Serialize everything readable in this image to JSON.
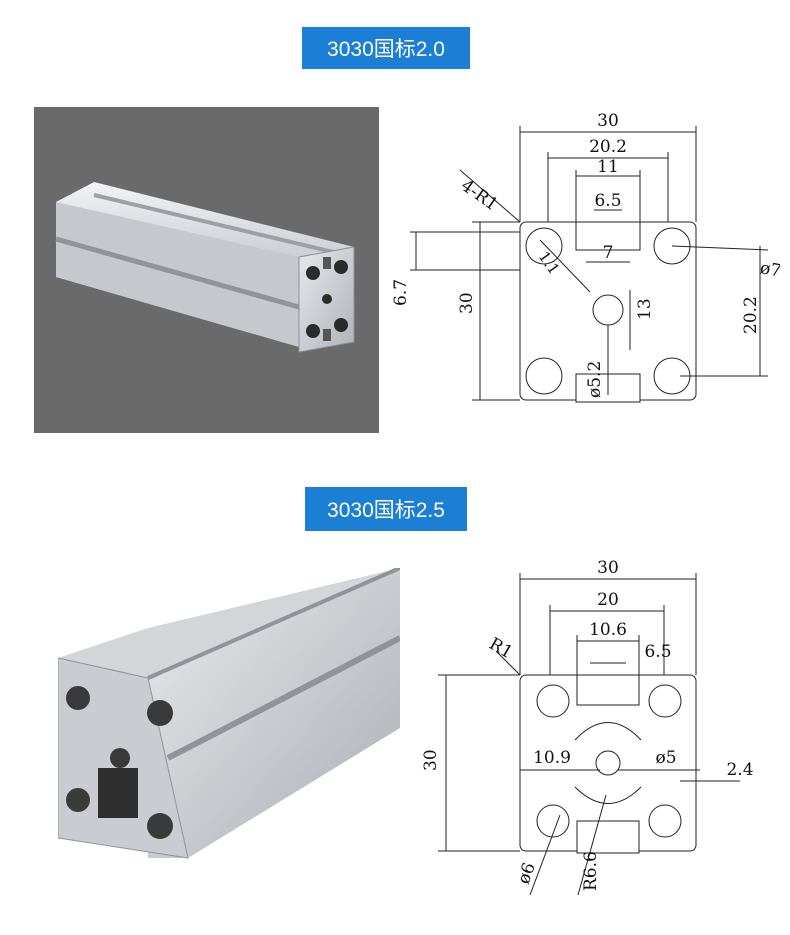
{
  "sections": [
    {
      "title": "3030国标2.0",
      "dims": {
        "width": "30",
        "slot_outer": "20.2",
        "slot_inner": "11",
        "slot_neck": "6.5",
        "corner": "4-R1",
        "web": "1.1",
        "core_slot": "7",
        "hole": "ø7.2",
        "left_offset": "6.7",
        "height": "30",
        "core_height": "13",
        "right_pitch": "20.2",
        "center_hole": "ø5.2"
      }
    },
    {
      "title": "3030国标2.5",
      "dims": {
        "width": "30",
        "slot_outer": "20",
        "slot_inner": "10.6",
        "slot_neck": "6.5",
        "corner": "R1",
        "height": "30",
        "lip": "10.9",
        "center_hole": "ø5",
        "wall": "2.4",
        "hole": "ø6",
        "core_radius": "R6.6"
      }
    }
  ]
}
